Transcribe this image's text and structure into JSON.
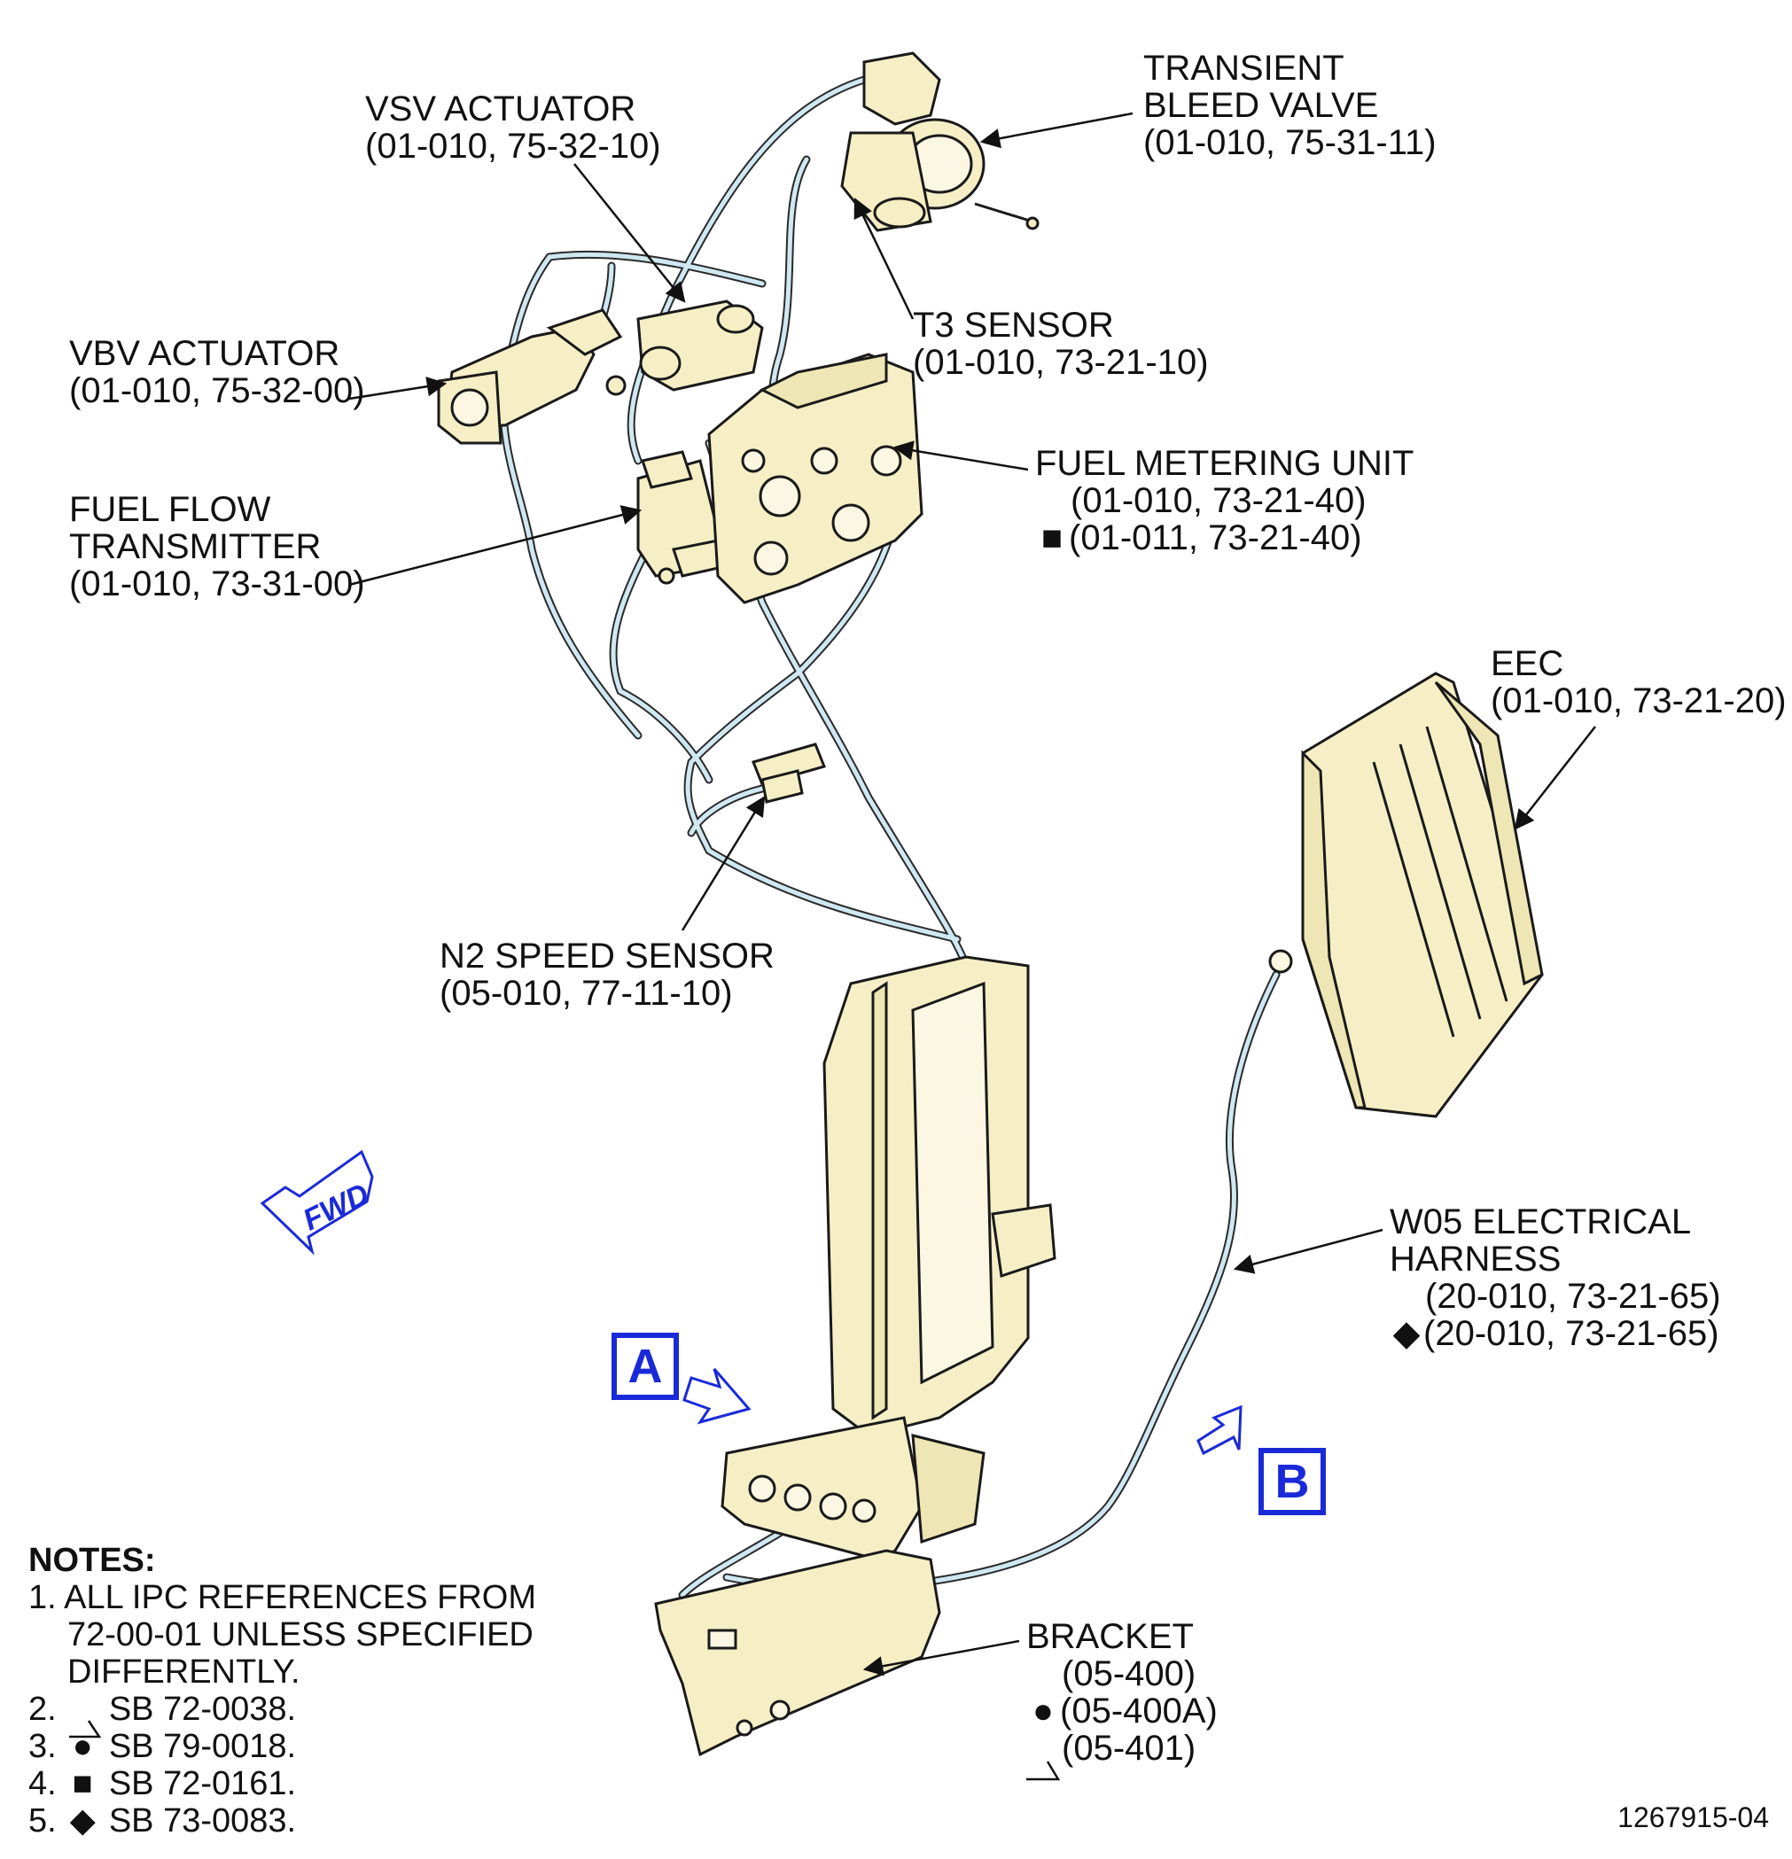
{
  "labels": {
    "transient_bleed_valve": {
      "line1": "TRANSIENT",
      "line2": "BLEED VALVE",
      "ref": "(01-010, 75-31-11)"
    },
    "vsv_actuator": {
      "line1": "VSV ACTUATOR",
      "ref": "(01-010, 75-32-10)"
    },
    "t3_sensor": {
      "line1": "T3 SENSOR",
      "ref": "(01-010, 73-21-10)"
    },
    "vbv_actuator": {
      "line1": "VBV ACTUATOR",
      "ref": "(01-010, 75-32-00)"
    },
    "fuel_metering_unit": {
      "line1": "FUEL METERING UNIT",
      "ref1": "(01-010, 73-21-40)",
      "ref2": "(01-011, 73-21-40)",
      "ref2_symbol": "■"
    },
    "fuel_flow_transmitter": {
      "line1": "FUEL FLOW",
      "line2": "TRANSMITTER",
      "ref": "(01-010, 73-31-00)"
    },
    "eec": {
      "line1": "EEC",
      "ref": "(01-010, 73-21-20)"
    },
    "n2_speed_sensor": {
      "line1": "N2 SPEED SENSOR",
      "ref": "(05-010, 77-11-10)"
    },
    "w05_harness": {
      "line1": "W05 ELECTRICAL",
      "line2": "HARNESS",
      "ref1": "(20-010, 73-21-65)",
      "ref2": "(20-010, 73-21-65)",
      "ref2_symbol": "◆"
    },
    "bracket": {
      "line1": "BRACKET",
      "ref1": "(05-400)",
      "ref2": "(05-400A)",
      "ref2_symbol": "●",
      "ref3": "(05-401)"
    }
  },
  "view_markers": {
    "a": "A",
    "b": "B"
  },
  "fwd_label": "FWD",
  "notes": {
    "title": "NOTES:",
    "items": [
      {
        "num": "1.",
        "text": "ALL IPC REFERENCES FROM",
        "cont1": "72-00-01 UNLESS SPECIFIED",
        "cont2": "DIFFERENTLY."
      },
      {
        "num": "2.",
        "symbol": "",
        "text": "SB 72-0038."
      },
      {
        "num": "3.",
        "symbol": "●",
        "text": "SB 79-0018."
      },
      {
        "num": "4.",
        "symbol": "■",
        "text": "SB 72-0161."
      },
      {
        "num": "5.",
        "symbol": "◆",
        "text": "SB 73-0083."
      }
    ]
  },
  "figure_number": "1267915-04",
  "colors": {
    "part_fill": "#f6efc6",
    "harness": "#cfe8f2",
    "line": "#1a1a1a",
    "marker": "#1a2ad8"
  }
}
